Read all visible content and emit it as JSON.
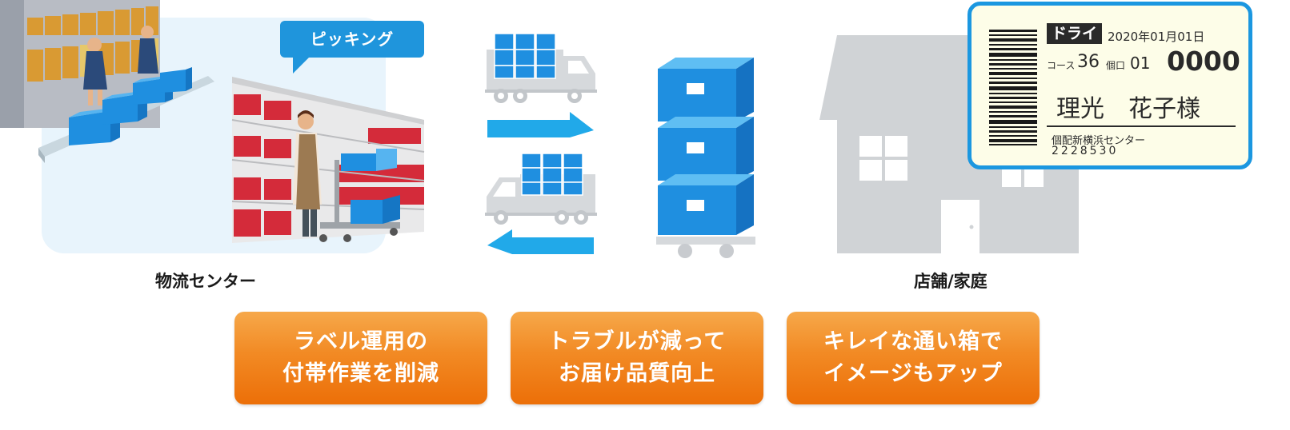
{
  "bubble": "ピッキング",
  "captions": {
    "center": "物流センター",
    "store": "店舗/家庭"
  },
  "benefits": [
    {
      "line1": "ラベル運用の",
      "line2": "付帯作業を削減"
    },
    {
      "line1": "トラブルが減って",
      "line2": "お届け品質向上"
    },
    {
      "line1": "キレイな通い箱で",
      "line2": "イメージもアップ"
    }
  ],
  "label": {
    "tag": "ドライ",
    "date": "2020年01月01日",
    "course_prefix": "コース",
    "course_num": "36",
    "count_prefix": "個口",
    "count_num": "01",
    "code": "0000",
    "name": "理光　花子様",
    "center": "個配新横浜センター",
    "zip": "2228530"
  },
  "colors": {
    "accent_blue": "#1f95dc",
    "box_blue": "#2a8ee0",
    "orange": "#f28a24",
    "house_gray": "#d0d3d6"
  }
}
